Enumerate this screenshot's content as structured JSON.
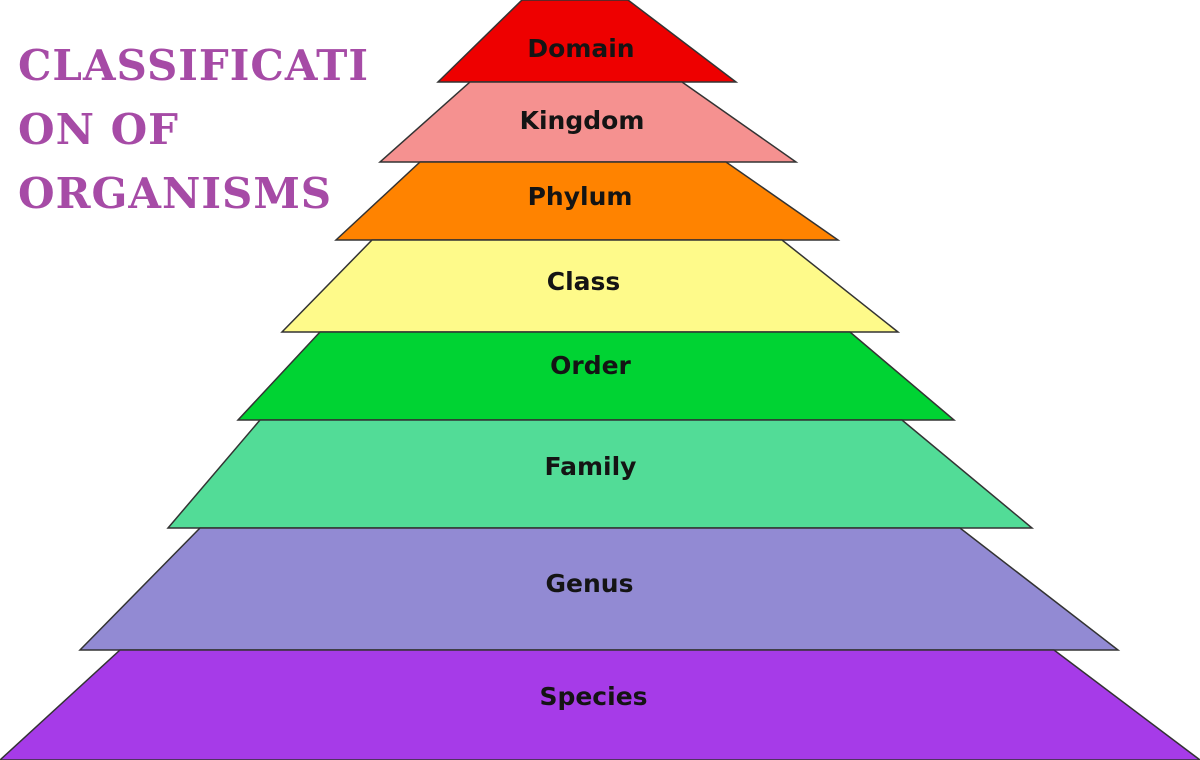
{
  "title": {
    "lines": [
      "CLASSIFICATI",
      "ON OF",
      "ORGANISMS"
    ],
    "color": "#a64ba6"
  },
  "pyramid": {
    "outline_color": "#333333",
    "levels": [
      {
        "label": "Domain",
        "color": "#ee0000"
      },
      {
        "label": "Kingdom",
        "color": "#f59190"
      },
      {
        "label": "Phylum",
        "color": "#ff8300"
      },
      {
        "label": "Class",
        "color": "#fefa8a"
      },
      {
        "label": "Order",
        "color": "#00d333"
      },
      {
        "label": "Family",
        "color": "#52dc97"
      },
      {
        "label": "Genus",
        "color": "#928ad3"
      },
      {
        "label": "Species",
        "color": "#a63be8"
      }
    ]
  }
}
